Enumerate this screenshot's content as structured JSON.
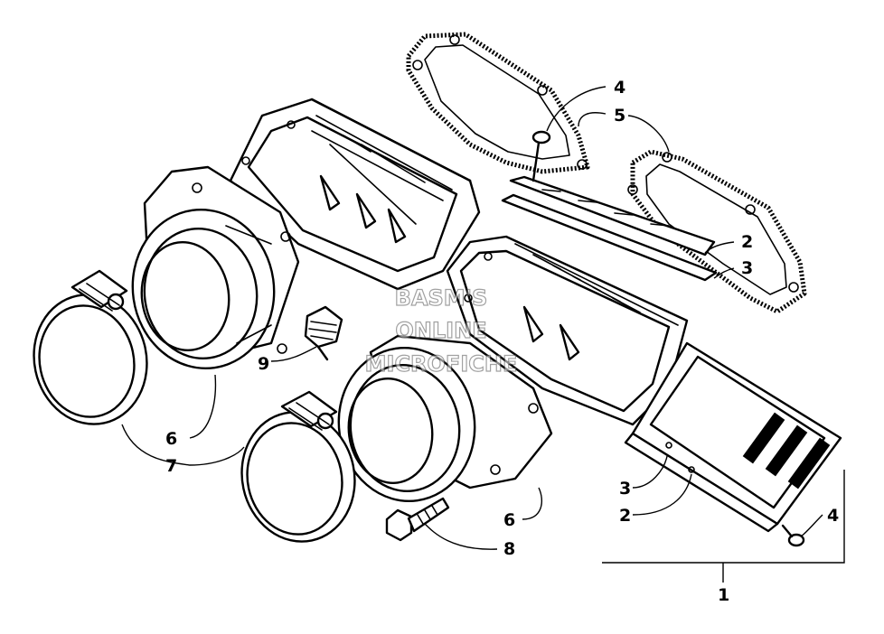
{
  "callouts": {
    "c1": "1",
    "c2a": "2",
    "c2b": "2",
    "c3a": "3",
    "c3b": "3",
    "c4a": "4",
    "c4b": "4",
    "c5": "5",
    "c6a": "6",
    "c6b": "6",
    "c7": "7",
    "c8": "8",
    "c9": "9"
  },
  "watermark": {
    "line1": "BASM'S",
    "line2": "ONLINE",
    "line3": "MICROFICHE"
  }
}
